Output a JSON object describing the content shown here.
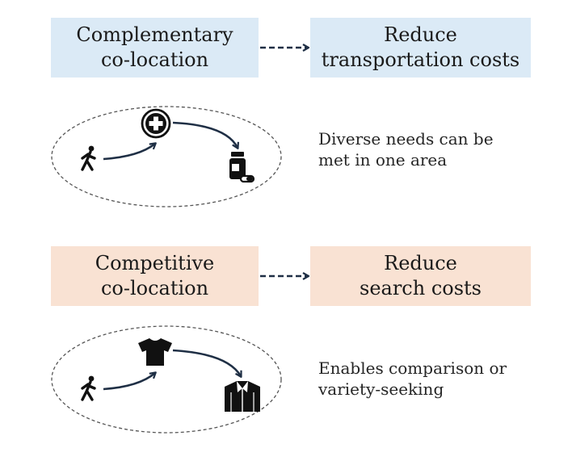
{
  "colors": {
    "blue_box": "#dbeaf6",
    "peach_box": "#f9e2d3",
    "arrow": "#1f2f45",
    "icon": "#111111",
    "ellipse": "#555555"
  },
  "sections": [
    {
      "left_label": "Complementary\nco-location",
      "right_label": "Reduce\ntransportation costs",
      "note": "Diverse needs can be\nmet in one area",
      "icons": [
        "walking-person-icon",
        "medical-cross-icon",
        "pill-bottle-icon"
      ]
    },
    {
      "left_label": "Competitive\nco-location",
      "right_label": "Reduce\nsearch costs",
      "note": "Enables comparison or\nvariety-seeking",
      "icons": [
        "walking-person-icon",
        "tshirt-icon",
        "dress-shirt-icon"
      ]
    }
  ]
}
